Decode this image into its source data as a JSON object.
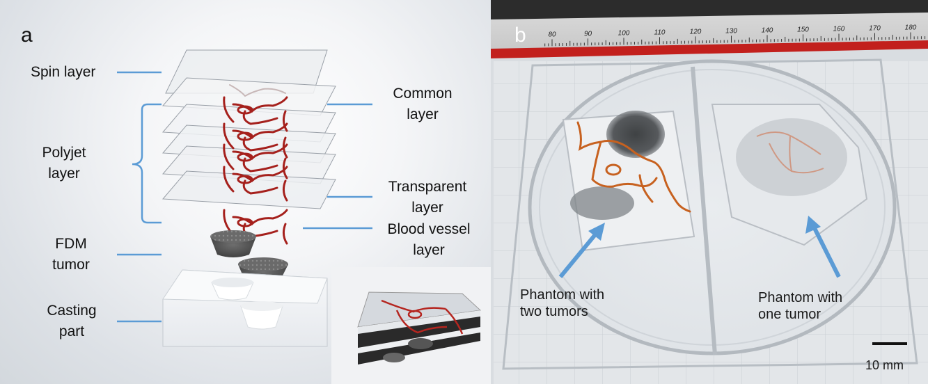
{
  "panel_a": {
    "letter": "a",
    "labels": {
      "spin": "Spin layer",
      "common_1": "Common",
      "common_2": "layer",
      "polyjet_1": "Polyjet",
      "polyjet_2": "layer",
      "transparent_1": "Transparent",
      "transparent_2": "layer",
      "vessel_1": "Blood vessel",
      "vessel_2": "layer",
      "fdm_1": "FDM",
      "fdm_2": "tumor",
      "casting_1": "Casting",
      "casting_2": "part"
    },
    "leader_color": "#5b9bd5",
    "vessel_color": "#a5201c"
  },
  "panel_b": {
    "letter": "b",
    "ruler_ticks": [
      "80",
      "90",
      "100",
      "110",
      "120",
      "130",
      "140",
      "150",
      "160",
      "170",
      "180"
    ],
    "annotations": {
      "left_1": "Phantom with",
      "left_2": "two tumors",
      "right_1": "Phantom with",
      "right_2": "one tumor"
    },
    "scale_bar": "10 mm",
    "arrow_color": "#5b9bd5"
  }
}
